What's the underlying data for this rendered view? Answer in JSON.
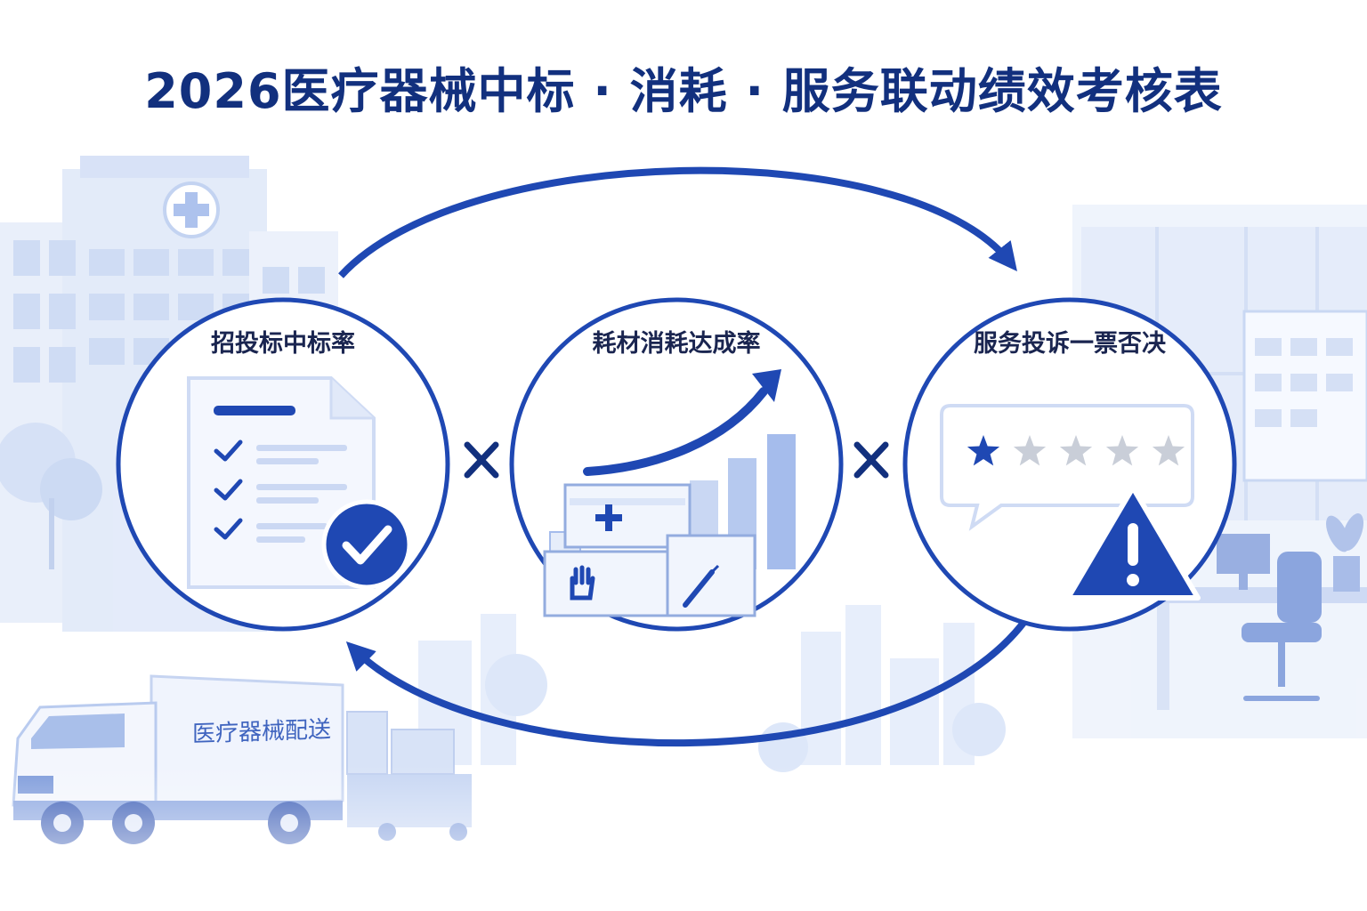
{
  "title": "2026医疗器械中标 · 消耗 · 服务联动绩效考核表",
  "nodes": [
    {
      "label": "招投标中标率",
      "icon": "document-checklist-icon"
    },
    {
      "label": "耗材消耗达成率",
      "icon": "supply-boxes-growth-icon"
    },
    {
      "label": "服务投诉一票否决",
      "icon": "rating-warning-icon"
    }
  ],
  "operators": [
    "×",
    "×"
  ],
  "background": {
    "truck_label": "医疗器械配送"
  },
  "rating": {
    "filled_stars": 1,
    "total_stars": 5
  },
  "colors": {
    "primary": "#1f48b3",
    "dark_navy": "#12307e",
    "light_blue": "#dbe6fa",
    "pale_blue": "#eef3fc",
    "star_gray": "#c9ced8"
  }
}
